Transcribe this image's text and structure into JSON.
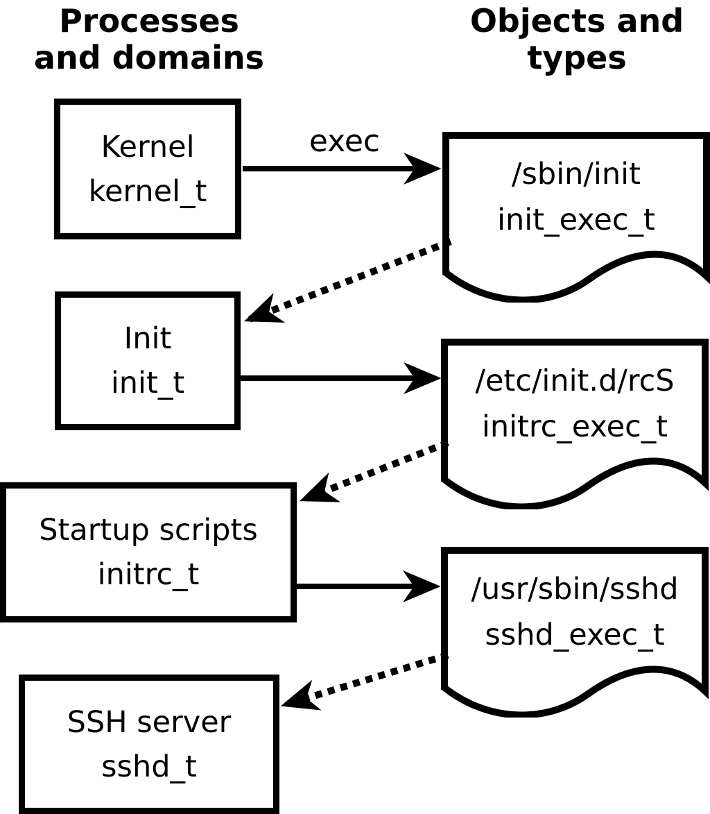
{
  "headers": {
    "left": [
      "Processes",
      "and domains"
    ],
    "right": [
      "Objects and",
      "types"
    ]
  },
  "process_nodes": [
    {
      "label": "Kernel",
      "domain": "kernel_t"
    },
    {
      "label": "Init",
      "domain": "init_t"
    },
    {
      "label": "Startup scripts",
      "domain": "initrc_t"
    },
    {
      "label": "SSH server",
      "domain": "sshd_t"
    }
  ],
  "object_nodes": [
    {
      "path": "/sbin/init",
      "type": "init_exec_t"
    },
    {
      "path": "/etc/init.d/rcS",
      "type": "initrc_exec_t"
    },
    {
      "path": "/usr/sbin/sshd",
      "type": "sshd_exec_t"
    }
  ],
  "edges": {
    "exec_label": "exec",
    "solid": [
      {
        "from": "kernel_t",
        "to": "init_exec_t",
        "label": "exec"
      },
      {
        "from": "init_t",
        "to": "initrc_exec_t",
        "label": ""
      },
      {
        "from": "initrc_t",
        "to": "sshd_exec_t",
        "label": ""
      }
    ],
    "dotted": [
      {
        "from": "init_exec_t",
        "to": "init_t"
      },
      {
        "from": "initrc_exec_t",
        "to": "initrc_t"
      },
      {
        "from": "sshd_exec_t",
        "to": "sshd_t"
      }
    ]
  },
  "colors": {
    "line": "#000000",
    "fill": "#ffffff"
  }
}
